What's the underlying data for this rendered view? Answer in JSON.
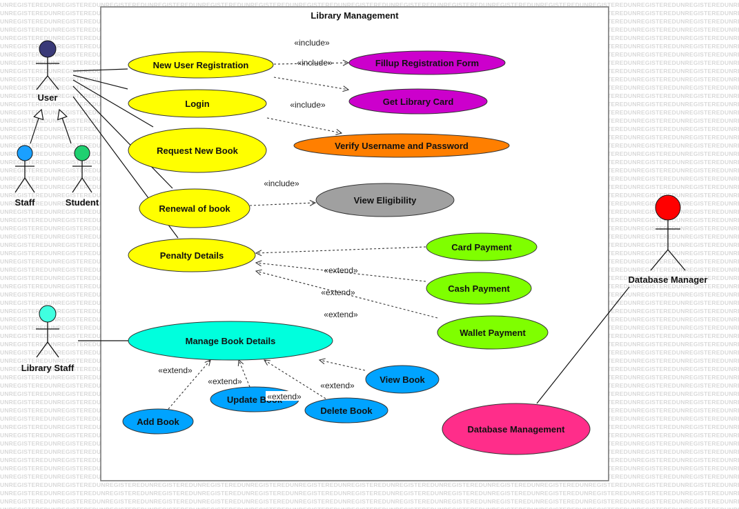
{
  "watermark_text": "UNREGISTERED",
  "system": {
    "title": "Library Management"
  },
  "actors": {
    "user": "User",
    "staff": "Staff",
    "student": "Student",
    "library_staff": "Library Staff",
    "database_manager": "Database Manager"
  },
  "use_cases": {
    "new_user_registration": "New User Registration",
    "login": "Login",
    "request_new_book": "Request New Book",
    "renewal_of_book": "Renewal of book",
    "penalty_details": "Penalty Details",
    "fillup_registration_form": "Fillup Registration Form",
    "get_library_card": "Get Library Card",
    "verify_username_password": "Verify Username and Password",
    "view_eligibility": "View Eligibility",
    "card_payment": "Card Payment",
    "cash_payment": "Cash Payment",
    "wallet_payment": "Wallet Payment",
    "manage_book_details": "Manage Book Details",
    "view_book": "View Book",
    "update_book": "Update Book",
    "delete_book": "Delete Book",
    "add_book": "Add Book",
    "database_management": "Database Management"
  },
  "stereotypes": {
    "include": "«include»",
    "extend": "«extend»"
  },
  "colors": {
    "yellow": "#ffff00",
    "magenta": "#cc00cc",
    "orange": "#ff7f00",
    "gray": "#a0a0a0",
    "lime": "#7fff00",
    "turquoise": "#00ffdd",
    "blue": "#00a3ff",
    "pink": "#ff2d8a",
    "user_head": "#3a3a78",
    "staff_head": "#1aa0ff",
    "student_head": "#1fd070",
    "library_staff_head": "#40ffe0",
    "db_manager_head": "#ff0000"
  }
}
